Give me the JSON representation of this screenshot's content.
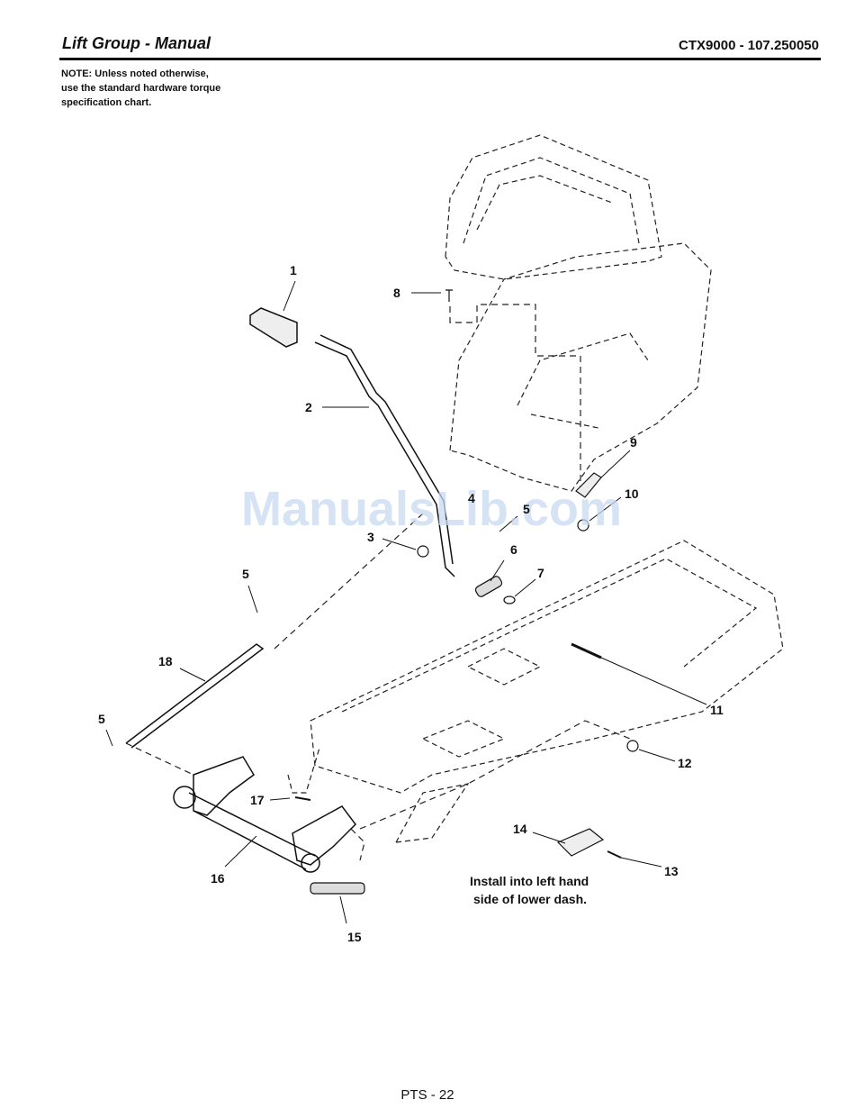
{
  "header": {
    "title": "Lift Group - Manual",
    "model": "CTX9000 - 107.250050"
  },
  "note": {
    "line1": "NOTE: Unless noted otherwise,",
    "line2": "use the standard hardware torque",
    "line3": "specification chart."
  },
  "callouts": {
    "c1": "1",
    "c2": "2",
    "c3": "3",
    "c4": "4",
    "c5a": "5",
    "c5b": "5",
    "c5c": "5",
    "c6": "6",
    "c7": "7",
    "c8": "8",
    "c9": "9",
    "c10": "10",
    "c11": "11",
    "c12": "12",
    "c13": "13",
    "c14": "14",
    "c15": "15",
    "c16": "16",
    "c17": "17",
    "c18": "18"
  },
  "install_note": {
    "line1": "Install into left hand",
    "line2": "side of lower dash."
  },
  "watermark": "ManualsLib.com",
  "footer": {
    "page": "PTS - 22"
  }
}
